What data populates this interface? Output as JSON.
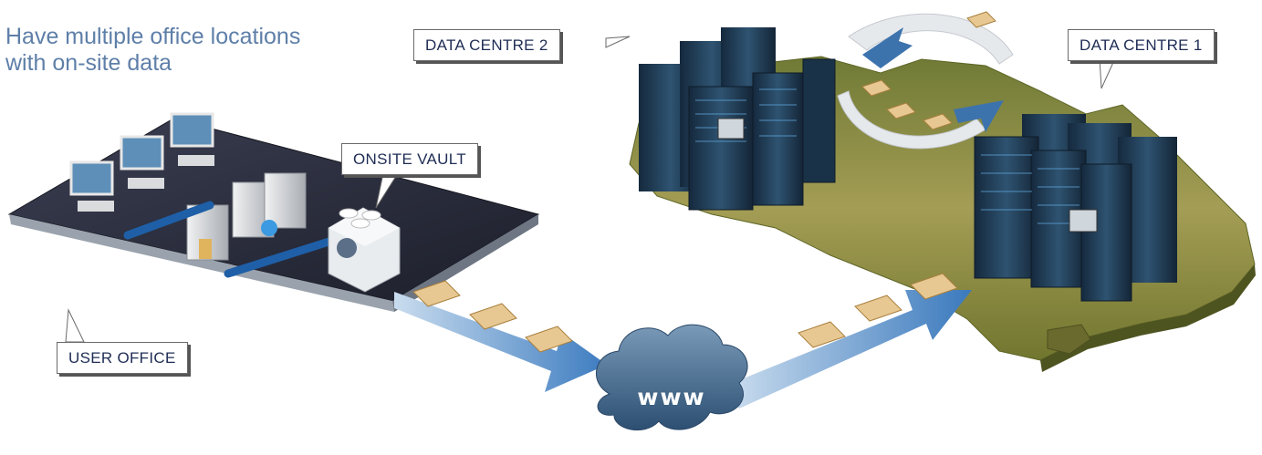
{
  "headline": {
    "line1": "Have multiple office locations",
    "line2": "with on-site data"
  },
  "callouts": {
    "data_centre_2": "DATA CENTRE 2",
    "data_centre_1": "DATA CENTRE 1",
    "onsite_vault": "ONSITE VAULT",
    "user_office": "USER OFFICE"
  },
  "cloud": {
    "label": "www"
  },
  "colors": {
    "headline": "#5e7fa8",
    "callout_text": "#1f2d55",
    "arrow_blue": "#3f7fc0",
    "cloud": "#4a6f93",
    "land": "#8d8a3c",
    "server_dark": "#1f3a52",
    "folder": "#e8c892"
  }
}
